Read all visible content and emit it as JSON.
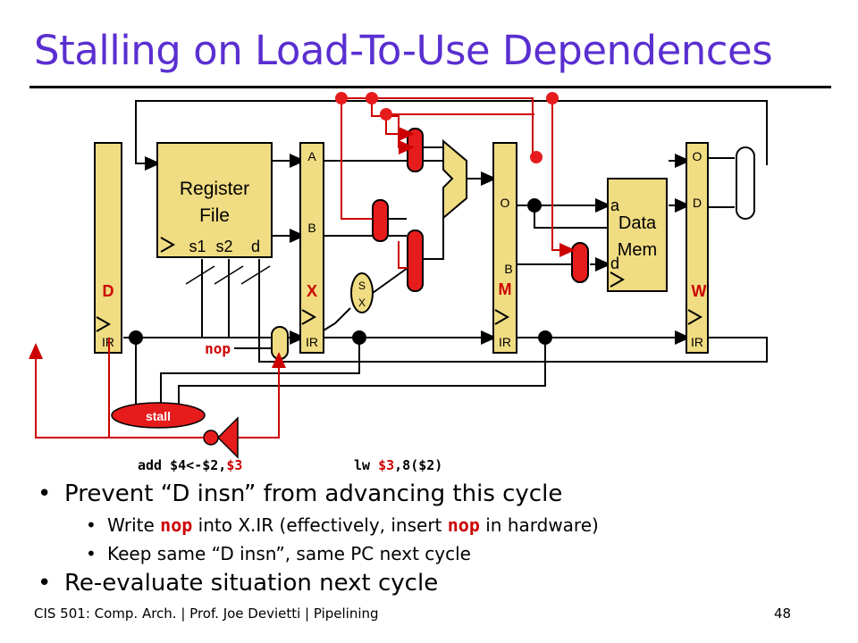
{
  "title": "Stalling on Load-To-Use Dependences",
  "diagram": {
    "register_file": {
      "line1": "Register",
      "line2": "File",
      "ports": [
        "s1",
        "s2",
        "d"
      ]
    },
    "data_mem": {
      "line1": "Data",
      "line2": "Mem",
      "port_a": "a",
      "port_d": "d"
    },
    "latches": {
      "d": {
        "stage": "D",
        "ir": "IR"
      },
      "x": {
        "stage": "X",
        "a": "A",
        "b": "B",
        "ir": "IR"
      },
      "m": {
        "stage": "M",
        "o": "O",
        "b": "B",
        "ir": "IR"
      },
      "w": {
        "stage": "W",
        "o": "O",
        "d": "D",
        "ir": "IR"
      }
    },
    "sx_s": "S",
    "sx_x": "X",
    "nop_label": "nop",
    "stall_label": "stall",
    "colors": {
      "highlight": "#cc0000",
      "latch_fill": "#f0dc82",
      "wire": "#000000"
    }
  },
  "instructions": {
    "add_pre": "add $4<-$2,",
    "add_reg": "$3",
    "lw_pre": "lw ",
    "lw_reg": "$3",
    "lw_post": ",8($2)"
  },
  "bullets": {
    "b1": "Prevent “D insn” from advancing this cycle",
    "b1a_pre": "Write ",
    "b1a_code": "nop",
    "b1a_mid": " into X.IR (effectively, insert ",
    "b1a_code2": "nop",
    "b1a_post": " in hardware)",
    "b1b": "Keep same “D insn”, same PC next cycle",
    "b2": "Re-evaluate situation next cycle"
  },
  "footer": {
    "left": "CIS 501: Comp. Arch.  |  Prof. Joe Devietti  |  Pipelining",
    "page": "48"
  }
}
